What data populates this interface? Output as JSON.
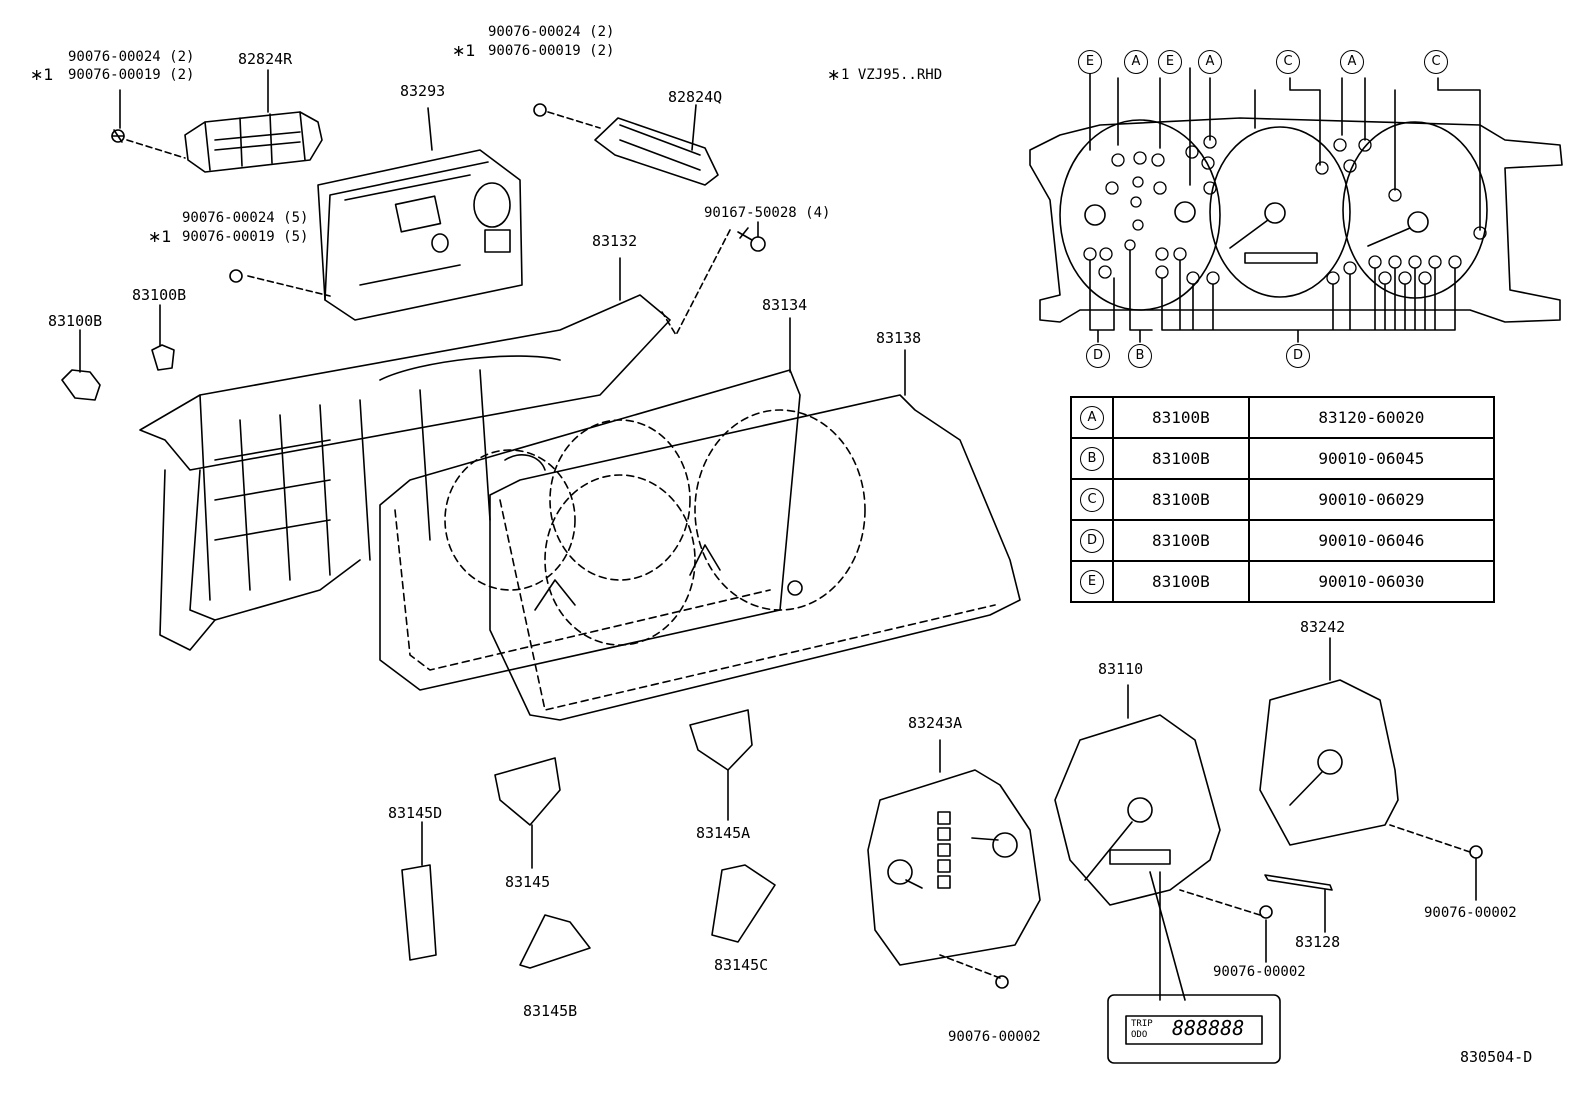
{
  "labels": {
    "p82824R": "82824R",
    "p83293": "83293",
    "p82824Q": "82824Q",
    "p83132": "83132",
    "p83134": "83134",
    "p83138": "83138",
    "p83100B_a": "83100B",
    "p83100B_b": "83100B",
    "p83145D": "83145D",
    "p83145": "83145",
    "p83145B": "83145B",
    "p83145A": "83145A",
    "p83145C": "83145C",
    "p83243A": "83243A",
    "p83110": "83110",
    "p83242": "83242",
    "p83128": "83128",
    "s1_top": "90076-00024 (2)",
    "s1_bot": "90076-00019 (2)",
    "s2_top": "90076-00024 (2)",
    "s2_bot": "90076-00019 (2)",
    "s3_top": "90076-00024 (5)",
    "s3_bot": "90076-00019 (5)",
    "s4": "90167-50028 (4)",
    "s5": "90076-00002",
    "s6": "90076-00002",
    "s7": "90076-00002",
    "note": "1 VZJ95..RHD",
    "diagram_id": "830504-D",
    "odo_trip": "TRIP",
    "odo_odo": "ODO",
    "odo_digits": "888888"
  },
  "callouts": {
    "E1": "E",
    "A1": "A",
    "E2": "E",
    "A2": "A",
    "C1": "C",
    "A3": "A",
    "C2": "C",
    "D1": "D",
    "B1": "B",
    "D2": "D"
  },
  "codes_table": [
    {
      "key": "A",
      "part": "83100B",
      "number": "83120-60020"
    },
    {
      "key": "B",
      "part": "83100B",
      "number": "90010-06045"
    },
    {
      "key": "C",
      "part": "83100B",
      "number": "90010-06029"
    },
    {
      "key": "D",
      "part": "83100B",
      "number": "90010-06046"
    },
    {
      "key": "E",
      "part": "83100B",
      "number": "90010-06030"
    }
  ]
}
